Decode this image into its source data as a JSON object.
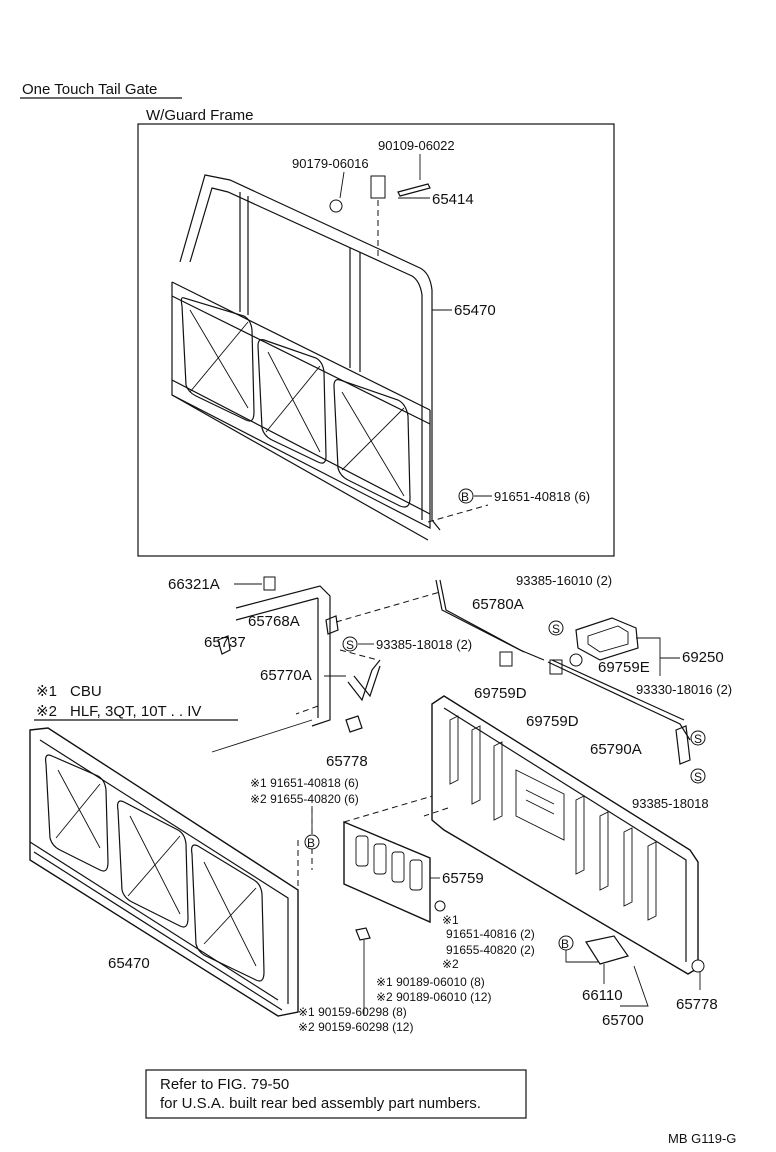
{
  "title": "One Touch Tail Gate",
  "subtitle": "W/Guard Frame",
  "legend": [
    {
      "mark": "※1",
      "text": "CBU"
    },
    {
      "mark": "※2",
      "text": "HLF, 3QT, 10T . . IV"
    }
  ],
  "parts": {
    "p90109": "90109-06022",
    "p90179": "90179-06016",
    "p65414": "65414",
    "p65470_top": "65470",
    "p91651_top": "91651-40818 (6)",
    "p66321A": "66321A",
    "p65768A": "65768A",
    "p65737": "65737",
    "p93385_18018_2": "93385-18018 (2)",
    "p65770A": "65770A",
    "p65778_a": "65778",
    "p65780A": "65780A",
    "p93385_16010": "93385-16010 (2)",
    "p69250": "69250",
    "p69759E": "69759E",
    "p69759D_a": "69759D",
    "p69759D_b": "69759D",
    "p93330": "93330-18016 (2)",
    "p65790A": "65790A",
    "p93385_18018": "93385-18018",
    "p91651_mid": "※1 91651-40818 (6)",
    "p91655_mid": "※2 91655-40820 (6)",
    "p65759": "65759",
    "p65470_low": "65470",
    "p91651_low_mark": "※1",
    "p91651_low": "91651-40816 (2)",
    "p91655_low": "91655-40820 (2)",
    "p91655_low_mark": "※2",
    "p90189_1": "※1 90189-06010 (8)",
    "p90189_2": "※2 90189-06010 (12)",
    "p90159_1": "※1 90159-60298 (8)",
    "p90159_2": "※2 90159-60298 (12)",
    "p66110": "66110",
    "p65700": "65700",
    "p65778_b": "65778"
  },
  "symbols": {
    "b": "B",
    "s": "S"
  },
  "note": {
    "line1": "Refer to FIG. 79-50",
    "line2": "for U.S.A. built rear bed assembly part numbers."
  },
  "code": "MB  G119-G"
}
